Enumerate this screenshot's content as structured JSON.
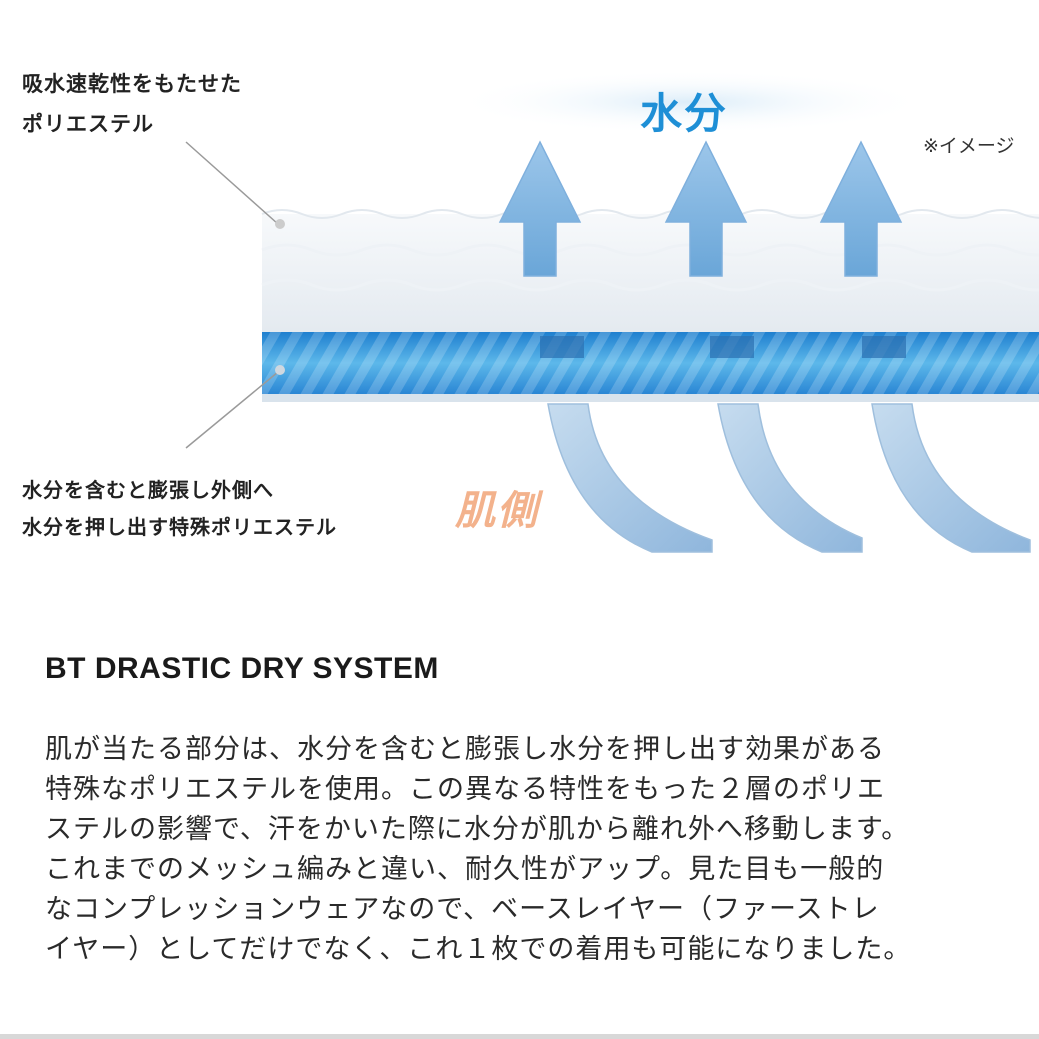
{
  "diagram": {
    "label_top": "吸水速乾性をもたせた\nポリエステル",
    "label_bottom": "水分を含むと膨張し外側へ\n水分を押し出す特殊ポリエステル",
    "moisture_label": "水分",
    "note_label": "※イメージ",
    "skin_label": "肌側",
    "colors": {
      "moisture": "#1e8fd6",
      "skin": "#f3b28c",
      "inner_layer": "#2f8fd8",
      "arrow": "#a9cdeb"
    }
  },
  "content": {
    "heading": "BT DRASTIC DRY SYSTEM",
    "paragraph_lines": [
      "肌が当たる部分は、水分を含むと膨張し水分を押し出す効果がある",
      "特殊なポリエステルを使用。この異なる特性をもった２層のポリエ",
      "ステルの影響で、汗をかいた際に水分が肌から離れ外へ移動します。",
      "これまでのメッシュ編みと違い、耐久性がアップ。見た目も一般的",
      "なコンプレッションウェアなので、ベースレイヤー（ファーストレ",
      "イヤー）としてだけでなく、これ１枚での着用も可能になりました。"
    ]
  }
}
